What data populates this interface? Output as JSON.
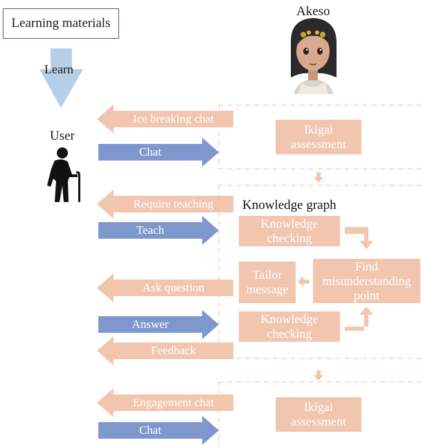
{
  "learning_materials": "Learning materials",
  "learn": "Learn",
  "akeso": "Akeso",
  "user": "User",
  "knowledge_graph_title": "Knowledge graph",
  "arrows": {
    "ice_breaking_chat": "Ice breaking chat",
    "chat_1": "Chat",
    "require_teaching": "Require teaching",
    "teach": "Teach",
    "ask_question": "Ask question",
    "answer": "Answer",
    "feedback": "Feedback",
    "engagement_chat": "Engagement chat",
    "chat_2": "Chat"
  },
  "boxes": {
    "ikigai_top": "Ikigai\nassessment",
    "knowledge_checking_1": "Knowledge\nchecking",
    "find_misunderstanding": "Find\nmisunderstanding\npoint",
    "tailor_message": "Tailor\nmessage",
    "knowledge_checking_2": "Knowledge\nchecking",
    "ikigai_bottom": "Ikigai\nassessment"
  },
  "colors": {
    "peach": "#f2c5ae",
    "blue": "#7e97cc",
    "learn_arrow": "#b6cfe8"
  }
}
